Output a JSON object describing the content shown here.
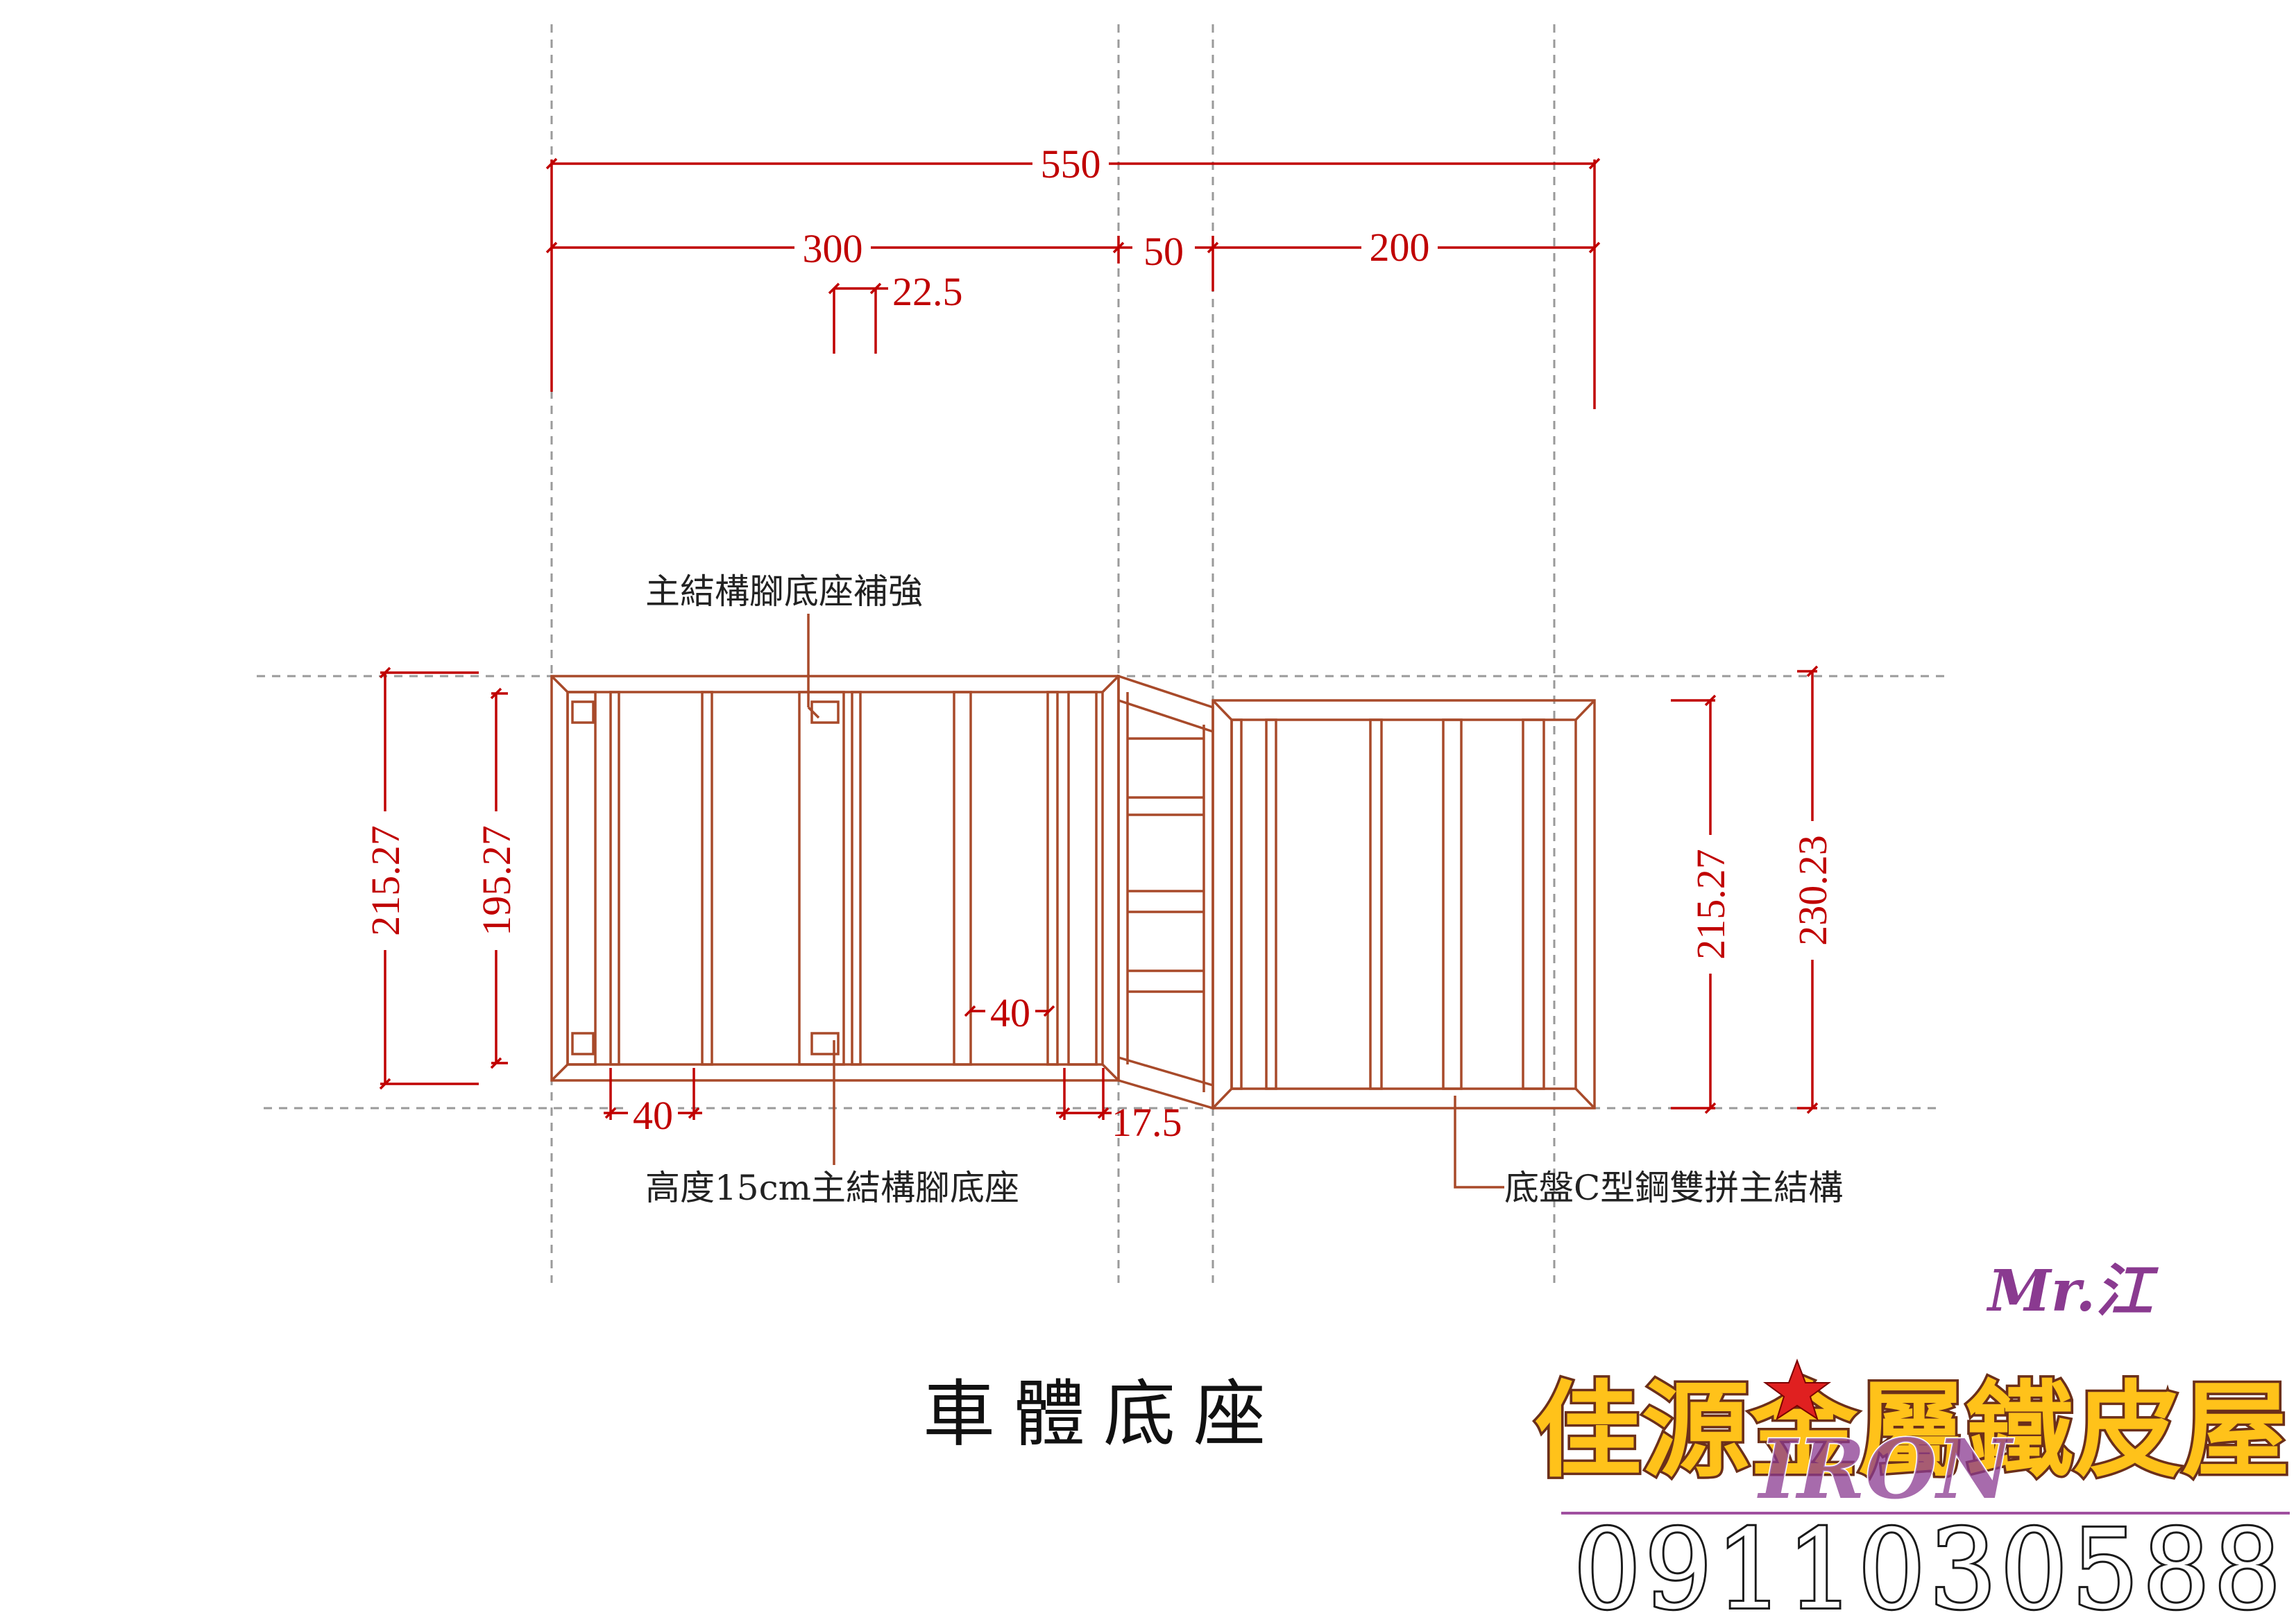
{
  "title": "車體底座",
  "dimensions": {
    "total_length": "550",
    "front_section": "300",
    "gap": "50",
    "rear_section": "200",
    "bar_width": "22.5",
    "left_outer_height": "215.27",
    "left_inner_height": "195.27",
    "right_inner_height": "215.27",
    "right_outer_height": "230.23",
    "bottom_spacing_left": "40",
    "inner_spacing": "40",
    "end_offset": "17.5"
  },
  "annotations": {
    "base_reinforcement": "主結構腳底座補強",
    "base_height": "高度15cm主結構腳底座",
    "chassis_beam": "底盤C型鋼雙拼主結構"
  },
  "logo": {
    "mr": "Mr.江",
    "brand": "佳源金屬鐵皮屋",
    "iron": "IRON",
    "phone": "0911030588"
  },
  "colors": {
    "dimension": "#c00000",
    "frame": "#a84a2a",
    "guide": "#9a9a9a",
    "logo_fill": "#ffc21a",
    "logo_accent": "#8a3a90"
  }
}
